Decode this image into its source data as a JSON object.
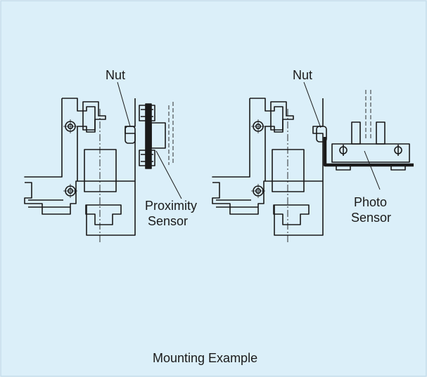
{
  "colors": {
    "background": "#dbeff9",
    "border": "#c2dceb",
    "line": "#1a1a1a",
    "plate": "#1a1a1a"
  },
  "diagrams": [
    {
      "label_nut": "Nut",
      "label_sensor_line1": "Proximity",
      "label_sensor_line2": "Sensor"
    },
    {
      "label_nut": "Nut",
      "label_sensor_line1": "Photo",
      "label_sensor_line2": "Sensor"
    }
  ],
  "caption": "Mounting Example"
}
